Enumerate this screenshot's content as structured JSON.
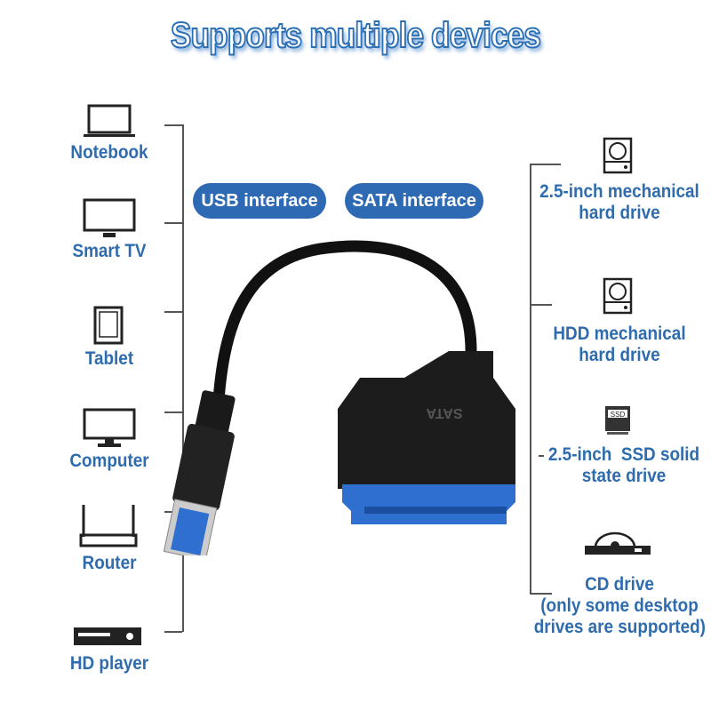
{
  "title": "Supports multiple devices",
  "interfaces": {
    "usb": "USB interface",
    "sata": "SATA interface"
  },
  "left_devices": [
    {
      "label": "Notebook",
      "icon": "laptop-icon"
    },
    {
      "label": "Smart TV",
      "icon": "tv-icon"
    },
    {
      "label": "Tablet",
      "icon": "tablet-icon"
    },
    {
      "label": "Computer",
      "icon": "monitor-icon"
    },
    {
      "label": "Router",
      "icon": "router-icon"
    },
    {
      "label": "HD player",
      "icon": "media-player-icon"
    }
  ],
  "right_devices": [
    {
      "line1": "2.5-inch mechanical",
      "line2": "hard drive",
      "icon": "hdd-icon"
    },
    {
      "line1": "HDD mechanical",
      "line2": "hard drive",
      "icon": "hdd-icon"
    },
    {
      "line1": "2.5-inch  SSD solid",
      "line2": "state drive",
      "icon": "ssd-icon"
    },
    {
      "line1": "CD drive",
      "line2": "(only some desktop",
      "line3": "drives are supported)",
      "icon": "cd-drive-icon"
    }
  ],
  "product": {
    "sata_label": "SATA",
    "ssd_icon_text": "SSD"
  },
  "colors": {
    "accent": "#2f6cae",
    "pill": "#2e6ab4",
    "connector_blue": "#2f6fd0"
  }
}
